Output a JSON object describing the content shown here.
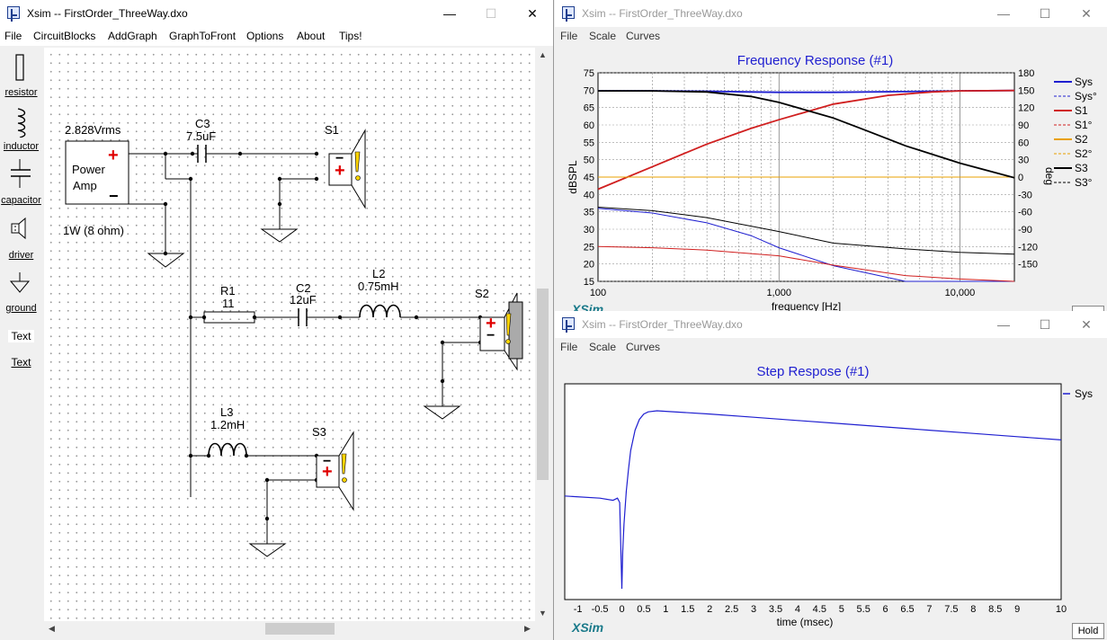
{
  "main_window": {
    "title": "Xsim -- FirstOrder_ThreeWay.dxo",
    "minimize": "—",
    "maximize": "☐",
    "close": "✕",
    "menu": [
      "File",
      "CircuitBlocks",
      "AddGraph",
      "GraphToFront",
      "Options",
      "About",
      "Tips!"
    ],
    "tools": [
      {
        "name": "resistor",
        "label": "resistor"
      },
      {
        "name": "inductor",
        "label": "inductor"
      },
      {
        "name": "capacitor",
        "label": "capacitor"
      },
      {
        "name": "driver",
        "label": "driver"
      },
      {
        "name": "ground",
        "label": "ground"
      },
      {
        "name": "text-plain",
        "label": "Text"
      },
      {
        "name": "text",
        "label": "Text"
      }
    ]
  },
  "circuit": {
    "amp_voltage": "2.828Vrms",
    "amp_label_1": "Power",
    "amp_label_2": "Amp",
    "amp_load": "1W (8 ohm)",
    "plus": "+",
    "minus": "−",
    "c3_name": "C3",
    "c3_value": "7.5uF",
    "r1_name": "R1",
    "r1_value": "11",
    "c2_name": "C2",
    "c2_value": "12uF",
    "l2_name": "L2",
    "l2_value": "0.75mH",
    "l3_name": "L3",
    "l3_value": "1.2mH",
    "s1_name": "S1",
    "s2_name": "S2",
    "s3_name": "S3"
  },
  "freq_window": {
    "title": "Xsim -- FirstOrder_ThreeWay.dxo",
    "menu": [
      "File",
      "Scale",
      "Curves"
    ],
    "logo": "XSim",
    "minimize": "—",
    "maximize": "☐",
    "close": "✕"
  },
  "step_window": {
    "title": "Xsim -- FirstOrder_ThreeWay.dxo",
    "menu": [
      "File",
      "Scale",
      "Curves"
    ],
    "logo": "XSim",
    "hold": "Hold",
    "minimize": "—",
    "maximize": "☐",
    "close": "✕"
  },
  "colors": {
    "sys": "#1f1fd0",
    "s1": "#d01f1f",
    "s2": "#e8a000",
    "s3": "#000000",
    "title_blue": "#1f1fd0",
    "plus_red": "#e00000",
    "driver_yellow": "#ffd400"
  },
  "chart_data": [
    {
      "type": "line",
      "title": "Frequency Response (#1)",
      "xlabel": "frequency [Hz]",
      "ylabel": "dBSPL",
      "y2label": "deg",
      "xscale": "log",
      "xlim": [
        100,
        20000
      ],
      "ylim": [
        15,
        75
      ],
      "y2lim": [
        -180,
        180
      ],
      "xticks": [
        {
          "v": 100,
          "label": "100"
        },
        {
          "v": 1000,
          "label": "1,000"
        },
        {
          "v": 10000,
          "label": "10,000"
        }
      ],
      "yticks": [
        15,
        20,
        25,
        30,
        35,
        40,
        45,
        50,
        55,
        60,
        65,
        70,
        75
      ],
      "y2ticks": [
        -150,
        -120,
        -90,
        -60,
        -30,
        0,
        30,
        60,
        90,
        120,
        150,
        180
      ],
      "legend_position": "right",
      "legend": [
        "Sys",
        "Sys°",
        "S1",
        "S1°",
        "S2",
        "S2°",
        "S3",
        "S3°"
      ],
      "series": [
        {
          "name": "Sys",
          "axis": "left",
          "color": "#1f1fd0",
          "x": [
            100,
            200,
            400,
            700,
            1000,
            2000,
            5000,
            10000,
            20000
          ],
          "y": [
            69.8,
            69.8,
            69.7,
            69.5,
            69.4,
            69.4,
            69.6,
            69.8,
            69.9
          ]
        },
        {
          "name": "Sys°",
          "axis": "right",
          "color": "#1f1fd0",
          "x": [
            100,
            200,
            400,
            700,
            1000,
            2000,
            5000,
            10000,
            20000
          ],
          "y": [
            -54,
            -62,
            -79,
            -101,
            -122,
            -153,
            -180,
            -182,
            -183
          ]
        },
        {
          "name": "S1",
          "axis": "left",
          "color": "#d01f1f",
          "x": [
            100,
            200,
            400,
            700,
            1000,
            2000,
            4000,
            7000,
            10000,
            20000
          ],
          "y": [
            41.5,
            48,
            54.5,
            59,
            61.5,
            66,
            68.5,
            69.5,
            69.8,
            69.9
          ]
        },
        {
          "name": "S1°",
          "axis": "right",
          "color": "#d01f1f",
          "x": [
            100,
            200,
            400,
            1000,
            2000,
            5000,
            10000,
            20000
          ],
          "y": [
            -120,
            -122,
            -126,
            -136,
            -152,
            -170,
            -176,
            -180
          ]
        },
        {
          "name": "S2",
          "axis": "left",
          "color": "#e8a000",
          "x": [
            100,
            1000,
            10000,
            20000
          ],
          "y": [
            45,
            45,
            45,
            45
          ]
        },
        {
          "name": "S2°",
          "axis": "right",
          "color": "#e8a000",
          "x": [
            100,
            20000
          ],
          "y": [
            0,
            0
          ]
        },
        {
          "name": "S3",
          "axis": "left",
          "color": "#000000",
          "x": [
            100,
            200,
            400,
            700,
            1000,
            2000,
            3000,
            5000,
            10000,
            20000
          ],
          "y": [
            69.8,
            69.8,
            69.5,
            68.2,
            66.5,
            62,
            58.5,
            54,
            49,
            44.8
          ]
        },
        {
          "name": "S3°",
          "axis": "right",
          "color": "#000000",
          "x": [
            100,
            200,
            400,
            1000,
            2000,
            5000,
            10000,
            20000
          ],
          "y": [
            -52,
            -58,
            -70,
            -94,
            -114,
            -124,
            -130,
            -133
          ]
        }
      ]
    },
    {
      "type": "line",
      "title": "Step Respose (#1)",
      "xlabel": "time (msec)",
      "ylabel": "",
      "xlim": [
        -1.3,
        10
      ],
      "xticks": [
        -1,
        -0.5,
        0,
        0.5,
        1,
        1.5,
        2,
        2.5,
        3,
        3.5,
        4,
        4.5,
        5,
        5.5,
        6,
        6.5,
        7,
        7.5,
        8,
        8.5,
        9,
        10
      ],
      "xtick_labels": [
        "-1",
        "-0.5",
        "0",
        "0.5",
        "1",
        "1.5",
        "2",
        "2.5",
        "3",
        "3.5",
        "4",
        "4.5",
        "5",
        "5.5",
        "6",
        "6.5",
        "7",
        "7.5",
        "8",
        "8.5",
        "9",
        "10"
      ],
      "ylim": [
        -1.0,
        1.0
      ],
      "legend_position": "right",
      "legend": [
        "Sys"
      ],
      "series": [
        {
          "name": "Sys",
          "color": "#1f1fd0",
          "x": [
            -1.3,
            -0.5,
            -0.2,
            -0.1,
            -0.05,
            0,
            0.02,
            0.05,
            0.1,
            0.15,
            0.2,
            0.3,
            0.4,
            0.5,
            0.6,
            0.8,
            1.0,
            2,
            3,
            4,
            5,
            6,
            7,
            8,
            9,
            10
          ],
          "y": [
            -0.04,
            -0.06,
            -0.08,
            -0.06,
            -0.1,
            -0.9,
            -0.55,
            -0.3,
            0.0,
            0.2,
            0.38,
            0.57,
            0.67,
            0.72,
            0.74,
            0.75,
            0.745,
            0.72,
            0.69,
            0.66,
            0.63,
            0.6,
            0.57,
            0.54,
            0.51,
            0.48
          ]
        }
      ]
    }
  ]
}
